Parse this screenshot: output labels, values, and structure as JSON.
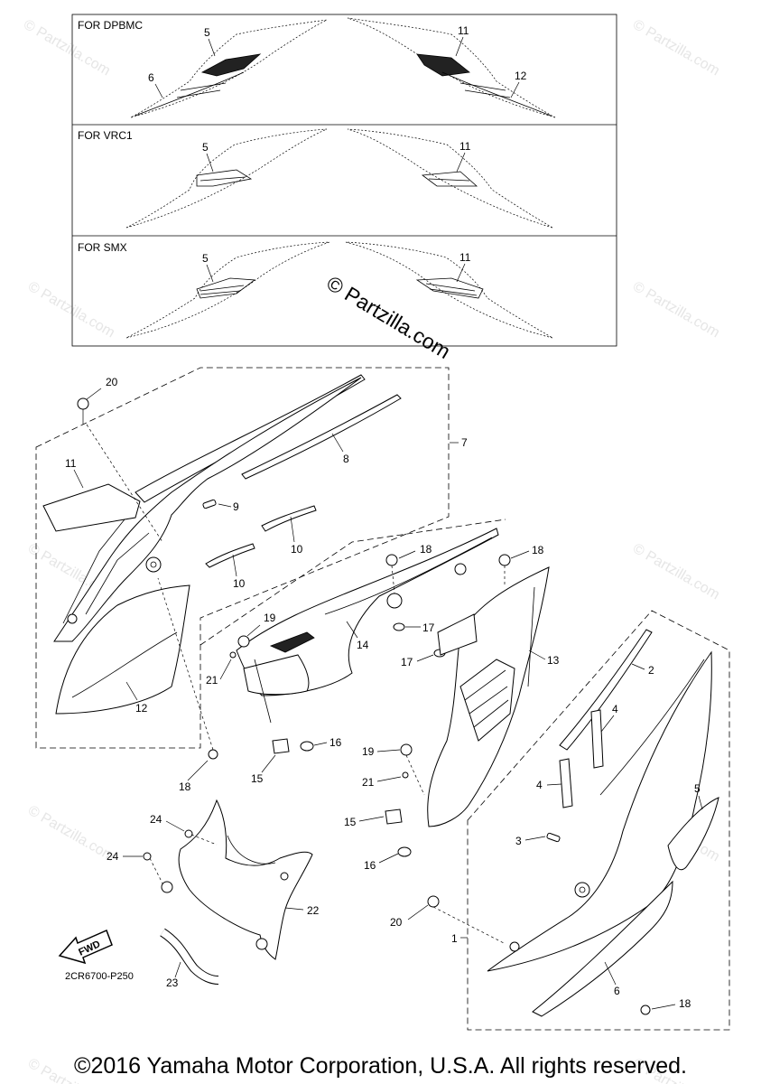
{
  "variants": [
    {
      "title": "FOR DPBMC",
      "left_callouts": [
        "5",
        "6"
      ],
      "right_callouts": [
        "11",
        "12"
      ]
    },
    {
      "title": "FOR VRC1",
      "left_callouts": [
        "5"
      ],
      "right_callouts": [
        "11"
      ]
    },
    {
      "title": "FOR SMX",
      "left_callouts": [
        "5"
      ],
      "right_callouts": [
        "11"
      ]
    }
  ],
  "callouts": {
    "c20a": "20",
    "c11": "11",
    "c9": "9",
    "c8": "8",
    "c7": "7",
    "c10a": "10",
    "c10b": "10",
    "c12": "12",
    "c18a": "18",
    "c19a": "19",
    "c21a": "21",
    "c14": "14",
    "c18b": "18",
    "c18c": "18",
    "c17a": "17",
    "c17b": "17",
    "c13": "13",
    "c16a": "16",
    "c15a": "15",
    "c2": "2",
    "c4a": "4",
    "c4b": "4",
    "c5": "5",
    "c3": "3",
    "c19b": "19",
    "c21b": "21",
    "c15b": "15",
    "c16b": "16",
    "c24a": "24",
    "c24b": "24",
    "c22": "22",
    "c23": "23",
    "c20b": "20",
    "c1": "1",
    "c6": "6",
    "c18d": "18"
  },
  "fwd_label": "FWD",
  "diagram_code": "2CR6700-P250",
  "watermark_main": "© Partzilla.com",
  "watermark_repeat": "© Partzilla.com",
  "copyright": "©2016 Yamaha Motor Corporation, U.S.A. All rights reserved."
}
